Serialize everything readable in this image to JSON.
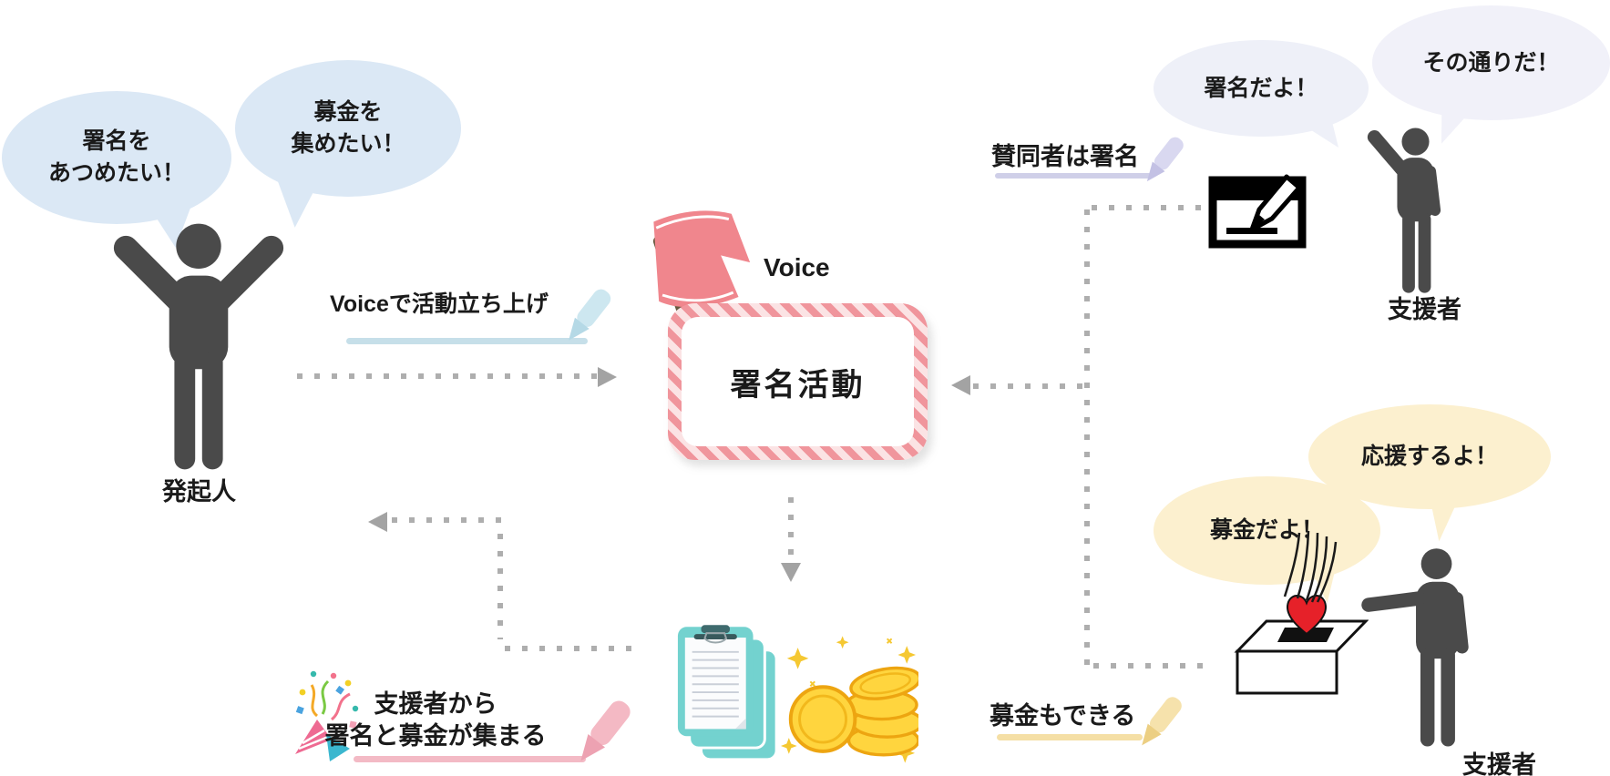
{
  "colors": {
    "bubble_blue": "#dbe8f5",
    "bubble_gray": "#eef0f8",
    "bubble_yellow": "#fcf0cf",
    "person_gray": "#4a4a4a",
    "stripe_pink": "#f0959c",
    "stripe_pink_light": "#fbe3e4",
    "flag_pink": "#f0868d",
    "pole_brown": "#6a5a41",
    "underline_blue": "#c6dfe9",
    "underline_lavender": "#cfcfe8",
    "underline_yellow": "#f5dfa5",
    "underline_pink": "#f3bac5",
    "dots_gray": "#aeaeae",
    "clipboard_teal": "#73d2cf",
    "coin_gold": "#ffd53e",
    "heart_red": "#e62129"
  },
  "initiator": {
    "label": "発起人",
    "bubble_sign": {
      "line1": "署名を",
      "line2": "あつめたい！"
    },
    "bubble_fund": {
      "line1": "募金を",
      "line2": "集めたい！"
    }
  },
  "launch": {
    "caption": "Voiceで活動立ち上げ"
  },
  "platform": {
    "brand": "Voice",
    "activity": "署名活動"
  },
  "sign_flow": {
    "caption": "賛同者は署名",
    "bubble_sign": "署名だよ！",
    "bubble_agree": "その通りだ！",
    "person_label": "支援者"
  },
  "donate_flow": {
    "caption": "募金もできる",
    "bubble_donate": "募金だよ！",
    "bubble_cheer": "応援するよ！",
    "person_label": "支援者"
  },
  "results": {
    "line1": "支援者から",
    "line2": "署名と募金が集まる"
  }
}
